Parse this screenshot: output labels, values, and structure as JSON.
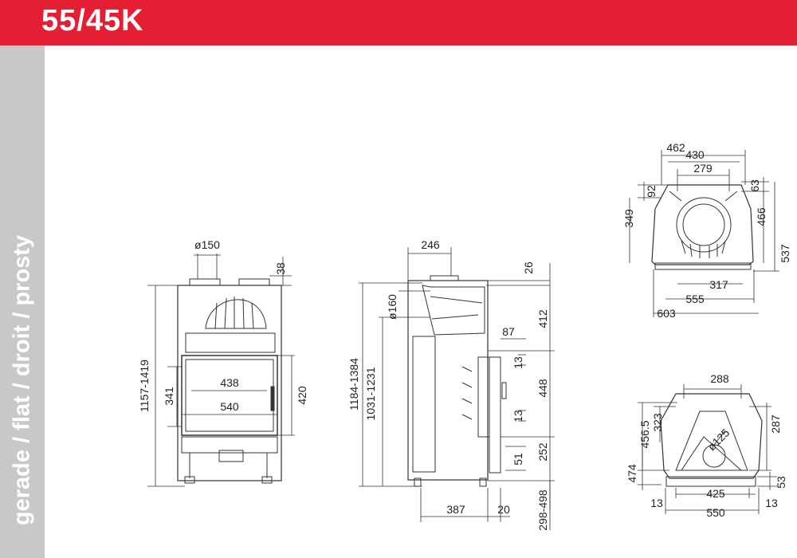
{
  "header": {
    "model": "55/45K"
  },
  "sidebar": {
    "label": "gerade / flat / droit / prosty"
  },
  "colors": {
    "brand_red": "#e41e33",
    "sidebar_grey": "#c8c8ca",
    "line": "#333333"
  },
  "front_view": {
    "flue_diameter": "ø150",
    "top_offset": "38",
    "glass_width": "438",
    "opening_width": "540",
    "glass_height": "341",
    "door_height": "420",
    "total_height": "1157-1419"
  },
  "side_view": {
    "depth_top": "246",
    "top_gap": "26",
    "flue_diameter": "ø160",
    "total_height_a": "1184-1384",
    "total_height_b": "1031-1231",
    "upper_height": "412",
    "offset_87": "87",
    "frame_13_top": "13",
    "middle_height": "448",
    "frame_13_bottom": "13",
    "lower_height": "252",
    "offset_51": "51",
    "leg_height": "298-498",
    "base_depth": "387",
    "front_offset": "20"
  },
  "top_view": {
    "outer_top": "462",
    "inner_top": "430",
    "flue_spacing": "279",
    "left_92": "92",
    "right_63": "63",
    "left_349": "349",
    "right_466": "466",
    "right_537": "537",
    "bottom_317": "317",
    "bottom_555": "555",
    "bottom_603": "603"
  },
  "plan_view": {
    "top_288": "288",
    "left_323": "323",
    "left_456": "456.5",
    "right_287": "287",
    "flue": "ø125",
    "left_474": "474",
    "right_53": "53",
    "bottom_425": "425",
    "bottom_550": "550",
    "left_13": "13",
    "right_13": "13"
  }
}
